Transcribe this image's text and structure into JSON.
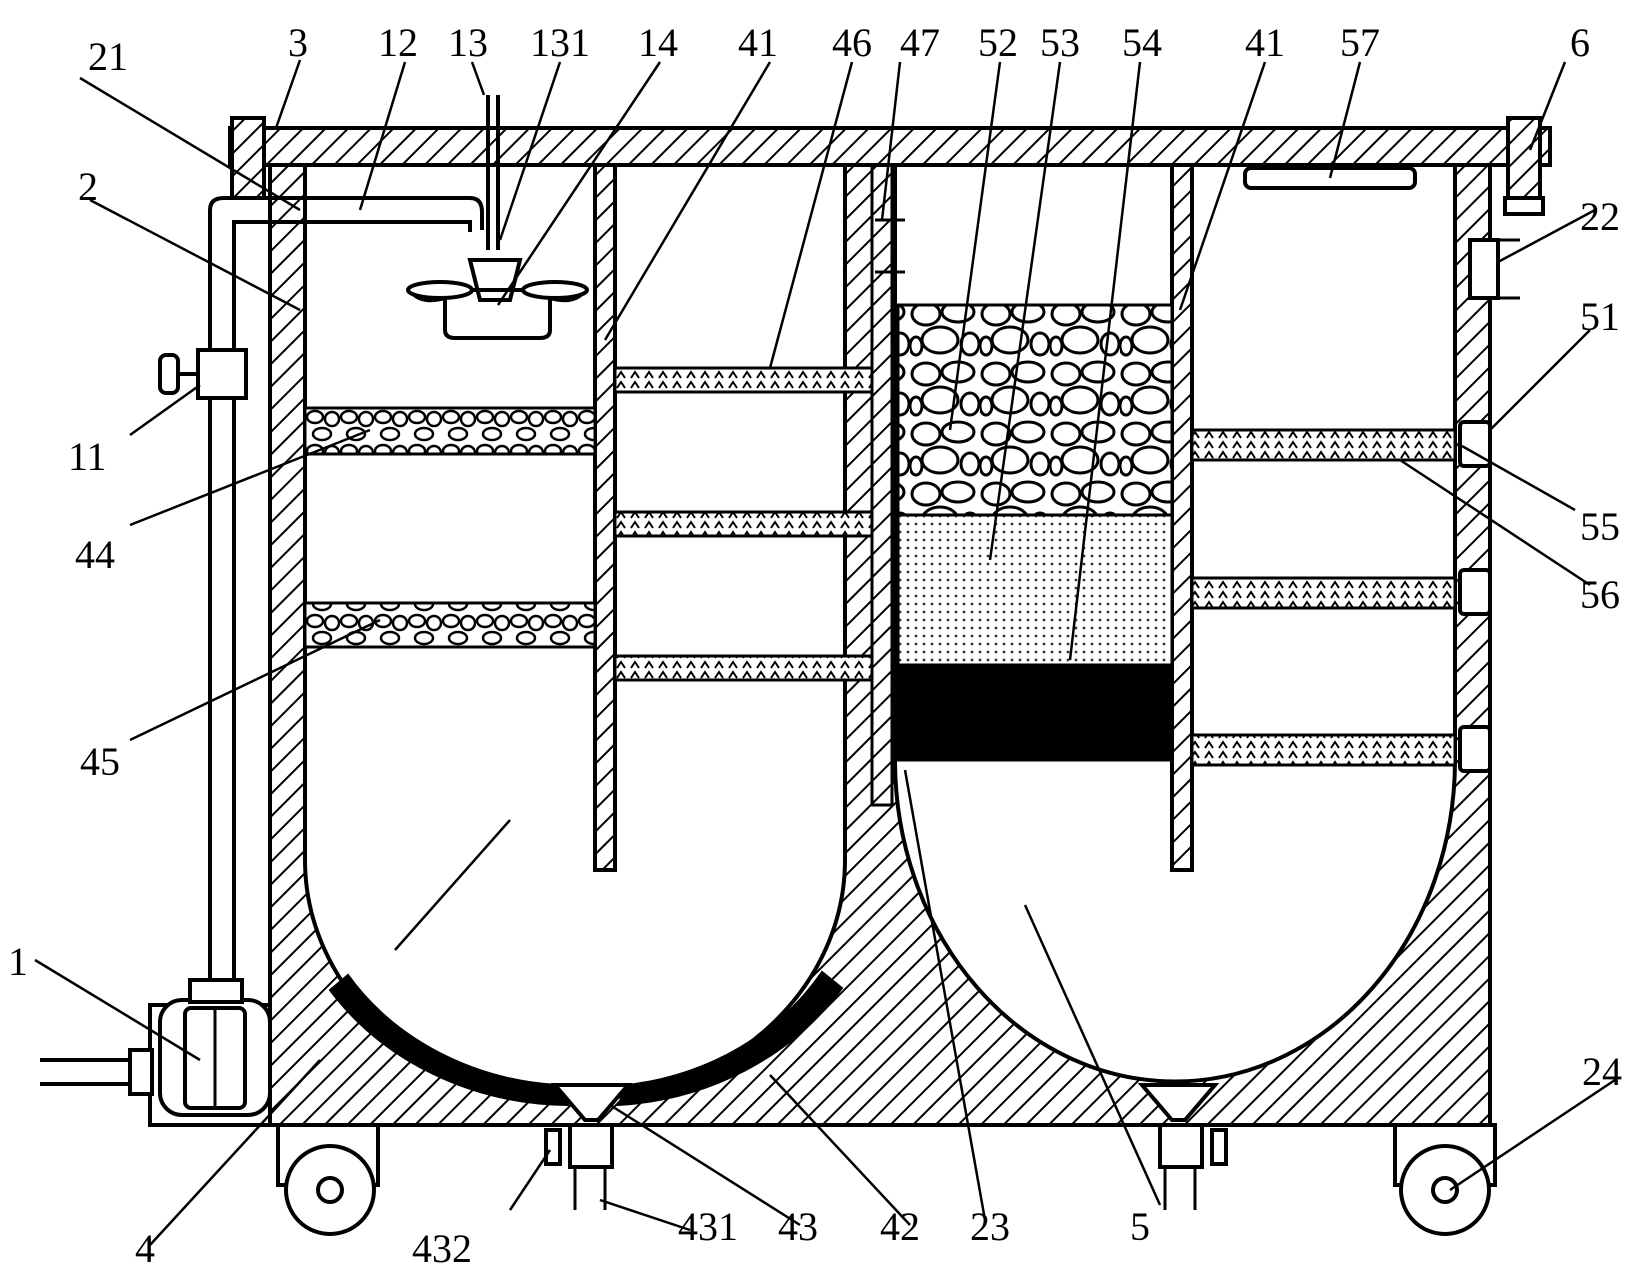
{
  "labels": {
    "l1": "1",
    "l2": "2",
    "l3": "3",
    "l4": "4",
    "l5": "5",
    "l6": "6",
    "l11": "11",
    "l12": "12",
    "l13": "13",
    "l131": "131",
    "l14": "14",
    "l21": "21",
    "l22": "22",
    "l23": "23",
    "l24": "24",
    "l41a": "41",
    "l41b": "41",
    "l42": "42",
    "l43": "43",
    "l431": "431",
    "l432": "432",
    "l44": "44",
    "l45": "45",
    "l46": "46",
    "l47": "47",
    "l51": "51",
    "l52": "52",
    "l53": "53",
    "l54": "54",
    "l55": "55",
    "l56": "56",
    "l57": "57"
  }
}
